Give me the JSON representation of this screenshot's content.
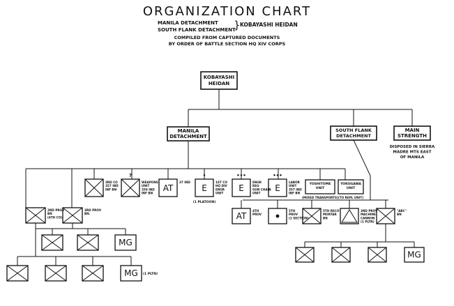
{
  "header": {
    "title": "ORGANIZATION CHART",
    "manila_line": "MANILA DETACHMENT",
    "south_line": "SOUTH FLANK DETACHMENT",
    "kobayashi": "KOBAYASHI HEIDAN",
    "compiled_1": "COMPILED FROM CAPTURED DOCUMENTS",
    "compiled_2": "BY ORDER OF BATTLE SECTION HQ XIV CORPS"
  },
  "boxes": {
    "top": [
      "KOBAYASHI",
      "HEIDAN"
    ],
    "manila": [
      "MANILA",
      "DETACHMENT"
    ],
    "south": [
      "SOUTH FLANK",
      "DETACHMENT"
    ],
    "main": [
      "MAIN",
      "STRENGTH"
    ]
  },
  "note": [
    "DISPOSED IN SIERRA",
    "MADRE MTS EAST",
    "OF MANILA"
  ],
  "manila_units": [
    {
      "sym": "X",
      "label": [
        "3RD CO",
        "357 IND",
        "INF BN"
      ]
    },
    {
      "sym": "X",
      "top": "?",
      "label": [
        "WEAPONS",
        "UNIT",
        "359 IND",
        "INF BN"
      ]
    },
    {
      "sym": "AT",
      "label": [
        "37 IND"
      ]
    },
    {
      "sym": "E",
      "top": "•",
      "label": [
        "1ST CO",
        "HQ DIV",
        "ENGR",
        "UNIT"
      ],
      "below": "(1 PLATOON)"
    },
    {
      "sym": "E",
      "top": "•••",
      "label": [
        "ENGR",
        "REG",
        "GUN CHAIN",
        "UNIT"
      ]
    },
    {
      "sym": "E",
      "top": "•••",
      "label": [
        "LABOR",
        "UNIT",
        "357 IND",
        "INF BN"
      ]
    }
  ],
  "units": {
    "yoshitome": [
      "YOSHITOME",
      "UNIT"
    ],
    "yoshitome_note": "(MIXED TRANSPORTS)",
    "yokogawa": [
      "YOKOGAWA",
      "UNIT"
    ],
    "yokogawa_note": "(TO REPL UNIT)"
  },
  "provisional": {
    "bn2": [
      "2ND PROV",
      "BN",
      "(4TH CO)"
    ],
    "bn3": [
      "3RD PROV",
      "BN."
    ]
  },
  "south_units": [
    {
      "sym": "AT",
      "label": [
        "4TH",
        "PROV"
      ]
    },
    {
      "sym": "dot",
      "label": [
        "5TH",
        "PROV",
        "(1 SECTION)"
      ]
    },
    {
      "sym": "X",
      "label": [
        "5TH RECO",
        "MORTAR",
        "BN"
      ]
    },
    {
      "sym": "tri",
      "label": [
        "2ND PROV",
        "MACHINE",
        "CANNON",
        "(1 PLTN)"
      ]
    },
    {
      "sym": "X",
      "label": [
        "\"ABC\"",
        "BN"
      ]
    }
  ],
  "mg_label": "MG",
  "pltn_note": "(1 PLTN)"
}
